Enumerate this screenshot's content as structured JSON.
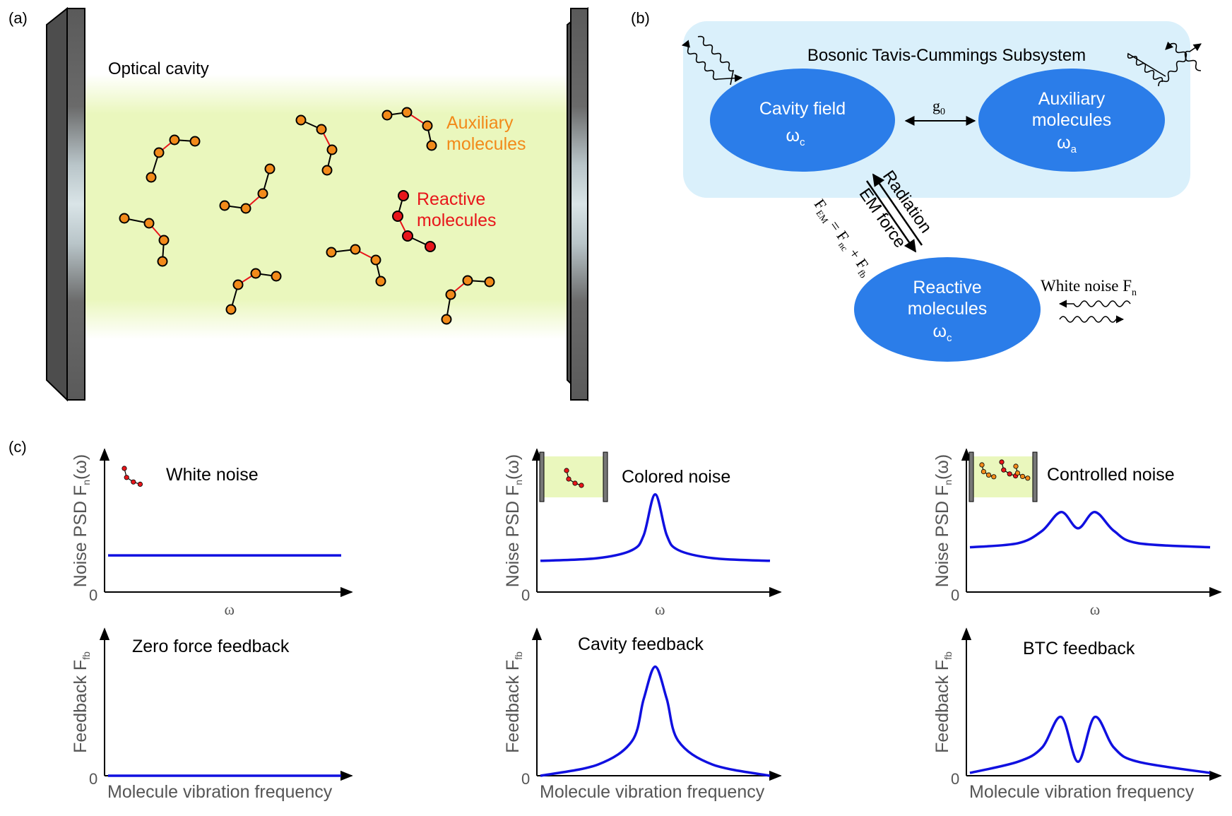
{
  "panel_labels": {
    "a": "(a)",
    "b": "(b)",
    "c": "(c)"
  },
  "panel_a": {
    "title": "Optical cavity",
    "aux_label_1": "Auxiliary",
    "aux_label_2": "molecules",
    "reactive_label_1": "Reactive",
    "reactive_label_2": "molecules"
  },
  "panel_b": {
    "subsystem_title": "Bosonic Tavis-Cummings Subsystem",
    "cavity_field": "Cavity field",
    "cavity_freq": "ω",
    "cavity_freq_sub": "c",
    "aux_1": "Auxiliary",
    "aux_2": "molecules",
    "aux_freq": "ω",
    "aux_freq_sub": "a",
    "coupling": "g",
    "coupling_sub": "0",
    "radiation": "Radiation",
    "em_force": "EM force",
    "force_eq_F": "F",
    "force_eq_em": "EM",
    "force_eq_mid": " = F",
    "force_eq_nc": "nc",
    "force_eq_plus": " + F",
    "force_eq_fb": "fb",
    "reactive_1": "Reactive",
    "reactive_2": "molecules",
    "reactive_freq": "ω",
    "reactive_freq_sub": "c",
    "white_noise": "White noise F",
    "white_noise_sub": "n"
  },
  "panel_c": {
    "noise_ylabel": "Noise PSD F",
    "noise_ylabel_sub": "n",
    "noise_ylabel_tail": "(ω)",
    "feedback_ylabel": "Feedback F",
    "feedback_ylabel_sub": "fb",
    "noise_xlabel": "ω",
    "feedback_xlabel": "Molecule vibration frequency",
    "zero": "0",
    "noise_titles": [
      "White noise",
      "Colored noise",
      "Controlled noise"
    ],
    "feedback_titles": [
      "Zero force feedback",
      "Cavity feedback",
      "BTC feedback"
    ]
  },
  "colors": {
    "curve": "#1010e0",
    "ellipse": "#2b7de9",
    "subsystem_bg": "#daf0fb",
    "auxiliary": "#f28a1a",
    "reactive": "#e8161b",
    "mirror": "#606060",
    "cavity_glow": "#eaf7bd"
  },
  "chart_data": [
    {
      "type": "line",
      "title": "White noise",
      "ylabel": "Noise PSD Fn(ω)",
      "xlabel": "ω",
      "series": [
        {
          "x": [
            0,
            1
          ],
          "values": [
            0.27,
            0.27
          ]
        }
      ]
    },
    {
      "type": "line",
      "title": "Colored noise",
      "ylabel": "Noise PSD Fn(ω)",
      "xlabel": "ω",
      "series": [
        {
          "x": [
            0,
            0.25,
            0.4,
            0.45,
            0.5,
            0.55,
            0.6,
            0.75,
            1
          ],
          "values": [
            0.23,
            0.25,
            0.31,
            0.42,
            0.72,
            0.42,
            0.31,
            0.25,
            0.23
          ]
        }
      ]
    },
    {
      "type": "line",
      "title": "Controlled noise",
      "ylabel": "Noise PSD Fn(ω)",
      "xlabel": "ω",
      "series": [
        {
          "x": [
            0,
            0.2,
            0.3,
            0.38,
            0.45,
            0.52,
            0.6,
            0.7,
            1
          ],
          "values": [
            0.33,
            0.36,
            0.45,
            0.59,
            0.47,
            0.59,
            0.45,
            0.36,
            0.33
          ]
        }
      ]
    },
    {
      "type": "line",
      "title": "Zero force feedback",
      "ylabel": "Feedback Ffb",
      "xlabel": "Molecule vibration frequency",
      "series": [
        {
          "x": [
            0,
            1
          ],
          "values": [
            0,
            0
          ]
        }
      ]
    },
    {
      "type": "line",
      "title": "Cavity feedback",
      "ylabel": "Feedback Ffb",
      "xlabel": "Molecule vibration frequency",
      "series": [
        {
          "x": [
            0,
            0.25,
            0.4,
            0.45,
            0.5,
            0.55,
            0.6,
            0.75,
            1
          ],
          "values": [
            0,
            0.08,
            0.25,
            0.55,
            0.78,
            0.55,
            0.25,
            0.08,
            0
          ]
        }
      ]
    },
    {
      "type": "line",
      "title": "BTC feedback",
      "ylabel": "Feedback Ffb",
      "xlabel": "Molecule vibration frequency",
      "series": [
        {
          "x": [
            0,
            0.2,
            0.3,
            0.38,
            0.45,
            0.52,
            0.6,
            0.7,
            1
          ],
          "values": [
            0.02,
            0.1,
            0.2,
            0.42,
            0.1,
            0.42,
            0.2,
            0.1,
            0.02
          ]
        }
      ]
    }
  ]
}
